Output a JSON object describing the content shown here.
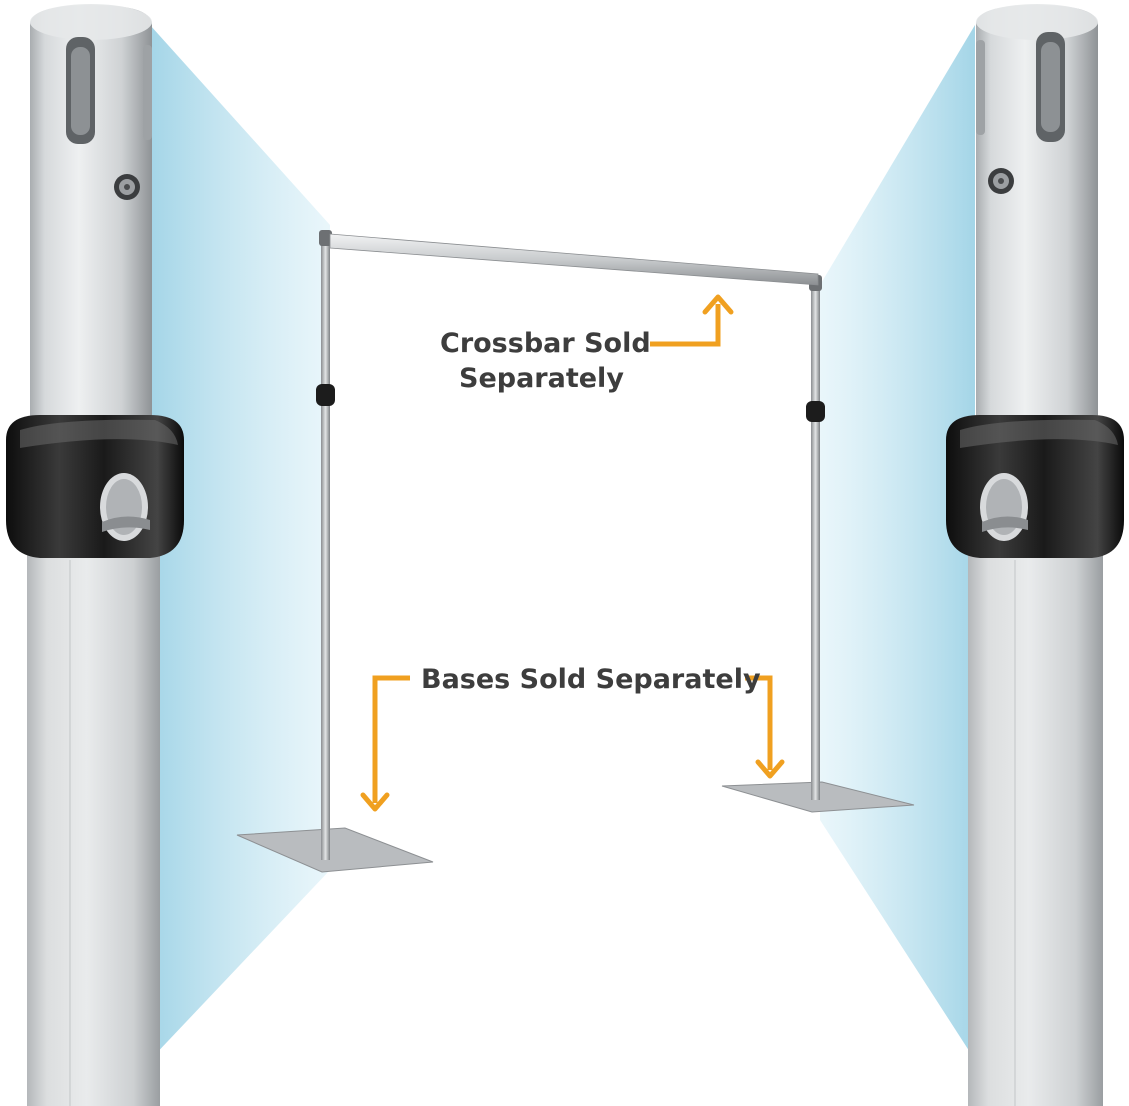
{
  "callouts": {
    "crossbar": {
      "line1": "Crossbar Sold",
      "line2": "Separately"
    },
    "bases": {
      "text": "Bases Sold Separately"
    }
  },
  "colors": {
    "accent_arrow": "#f0a020",
    "text": "#3d3d3d",
    "zoom_beam": "#bfe4f0"
  },
  "icons": {
    "arrow": "orange-elbow-arrow"
  }
}
